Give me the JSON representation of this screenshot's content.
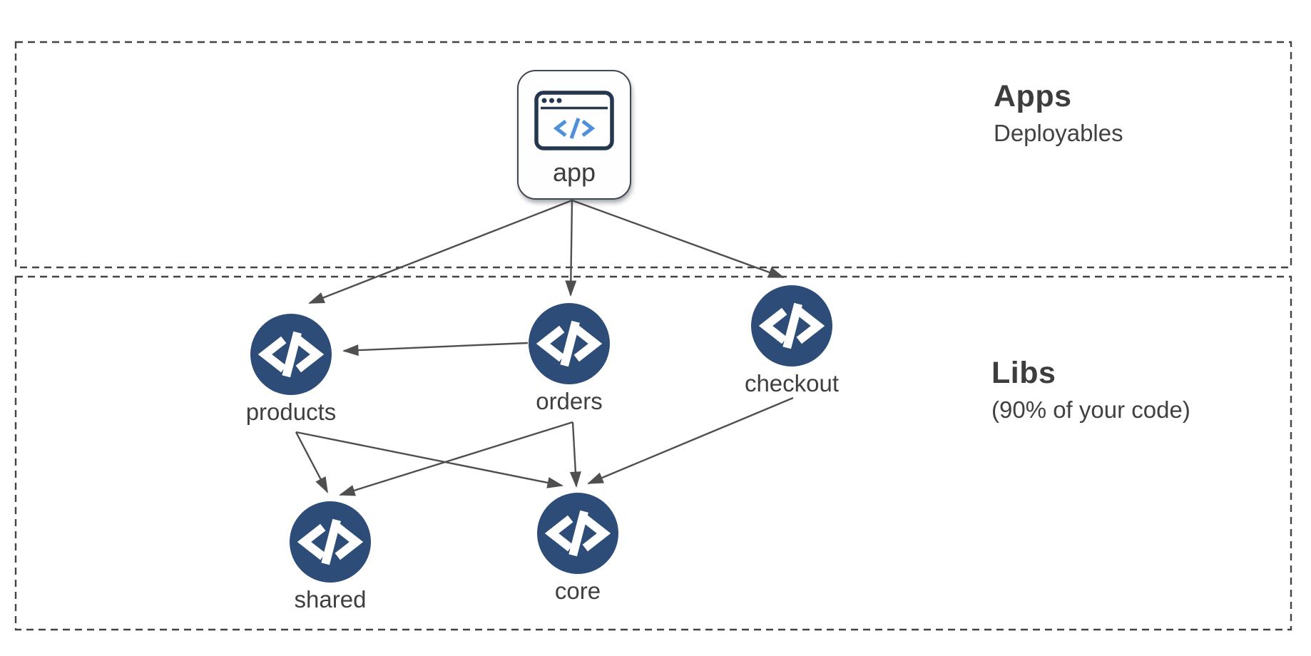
{
  "diagram": {
    "regions": {
      "apps": {
        "title": "Apps",
        "subtitle": "Deployables"
      },
      "libs": {
        "title": "Libs",
        "subtitle": "(90% of your code)"
      }
    },
    "nodes": {
      "app": {
        "label": "app",
        "kind": "application",
        "icon": "browser-code-icon"
      },
      "products": {
        "label": "products",
        "kind": "library",
        "icon": "code-circle-icon"
      },
      "orders": {
        "label": "orders",
        "kind": "library",
        "icon": "code-circle-icon"
      },
      "checkout": {
        "label": "checkout",
        "kind": "library",
        "icon": "code-circle-icon"
      },
      "shared": {
        "label": "shared",
        "kind": "library",
        "icon": "code-circle-icon"
      },
      "core": {
        "label": "core",
        "kind": "library",
        "icon": "code-circle-icon"
      }
    },
    "edges": [
      {
        "from": "app",
        "to": "products"
      },
      {
        "from": "app",
        "to": "orders"
      },
      {
        "from": "app",
        "to": "checkout"
      },
      {
        "from": "orders",
        "to": "products"
      },
      {
        "from": "products",
        "to": "shared"
      },
      {
        "from": "products",
        "to": "core"
      },
      {
        "from": "orders",
        "to": "shared"
      },
      {
        "from": "orders",
        "to": "core"
      },
      {
        "from": "checkout",
        "to": "core"
      }
    ],
    "colors": {
      "node_fill": "#2d4c77",
      "edge": "#4f4f4f",
      "region_border": "#444444",
      "text": "#3d3d3d",
      "code_blue": "#4e91d9"
    }
  }
}
